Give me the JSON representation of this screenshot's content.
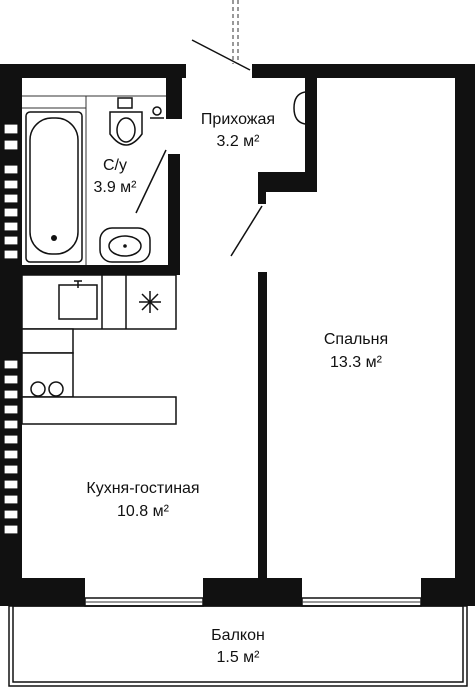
{
  "rooms": {
    "hallway": {
      "name": "Прихожая",
      "area": "3.2 м²"
    },
    "bathroom": {
      "name": "С/у",
      "area": "3.9 м²"
    },
    "bedroom": {
      "name": "Спальня",
      "area": "13.3 м²"
    },
    "kitchen_living": {
      "name": "Кухня-гостиная",
      "area": "10.8 м²"
    },
    "balcony": {
      "name": "Балкон",
      "area": "1.5 м²"
    }
  },
  "colors": {
    "wall": "#111111",
    "background": "#ffffff"
  }
}
